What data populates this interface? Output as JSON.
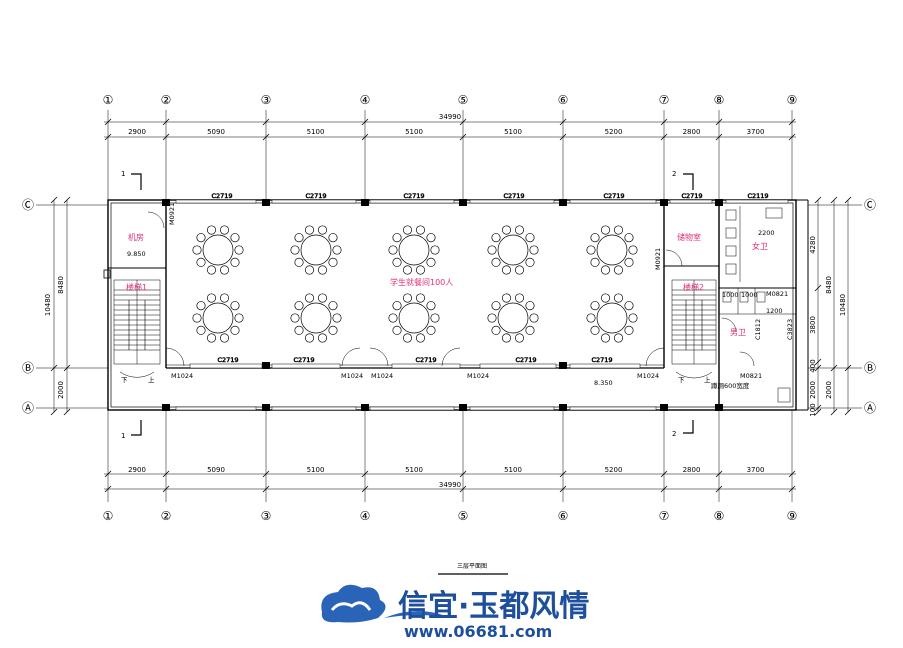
{
  "axes_horizontal": [
    "①",
    "②",
    "③",
    "④",
    "⑤",
    "⑥",
    "⑦",
    "⑧",
    "⑨"
  ],
  "axes_vertical": [
    "Ⓒ",
    "Ⓑ",
    "Ⓐ"
  ],
  "dims_top": [
    "2900",
    "5090",
    "5100",
    "5100",
    "5100",
    "5200",
    "2800",
    "3700"
  ],
  "total_length": "34990",
  "dims_side_left": [
    "8480",
    "2000",
    "10480"
  ],
  "dims_side_right": [
    "4280",
    "3800",
    "400",
    "2000",
    "100",
    "8480",
    "10480"
  ],
  "section_marks": [
    "1",
    "2"
  ],
  "windows": {
    "top": [
      "C2719",
      "C2719",
      "C2719",
      "C2719",
      "C2719",
      "C2719",
      "C2119",
      "C2119"
    ],
    "mid": [
      "C2719",
      "C2719",
      "C2719",
      "C2719",
      "C2719"
    ]
  },
  "doors": {
    "m1024": [
      "M1024",
      "M1024",
      "M1024",
      "M1024",
      "M1024"
    ],
    "m0921": [
      "M0921",
      "M0921"
    ],
    "m0821": [
      "M0821",
      "M0821"
    ]
  },
  "rooms": {
    "machine": "机房",
    "dining": "学生就餐间100人",
    "storage": "储物室",
    "female_wc": "女卫",
    "male_wc": "男卫",
    "stair_left": "楼梯1",
    "stair_right": "楼梯2"
  },
  "elevations": [
    "9.850",
    "8.350"
  ],
  "toilet_dims": [
    "2200",
    "1000",
    "1000",
    "1200",
    "C1812",
    "C3823"
  ],
  "wc_note": "蹲厕600宽度",
  "stair_marks": [
    "下",
    "上"
  ],
  "drawing_title": "三层平面图",
  "watermark": {
    "text": "信宜·玉都风情",
    "url": "www.06681.com"
  }
}
